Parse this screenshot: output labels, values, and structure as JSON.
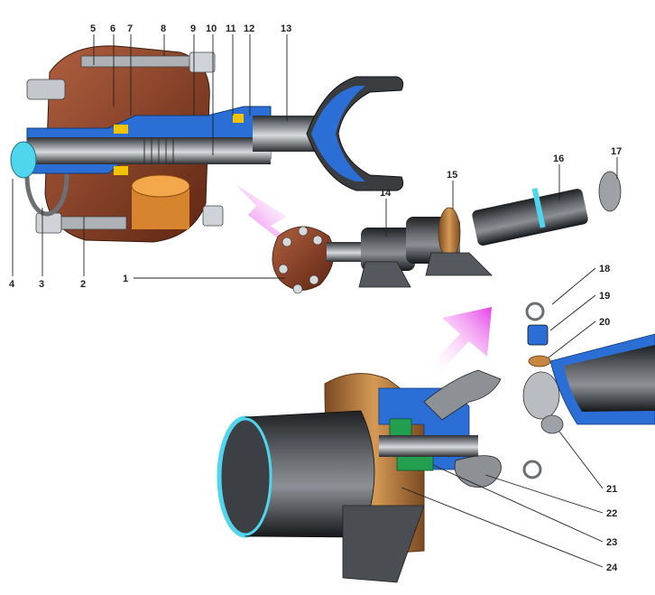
{
  "colors": {
    "steel": "#6f7378",
    "steel_dark": "#3a3d40",
    "steel_light": "#b9bdc1",
    "cutaway_blue": "#2b6fd6",
    "rubber_brown": "#8a3b22",
    "bronze": "#c78740",
    "yellow": "#f2c300",
    "cyan": "#4fd6ee",
    "green": "#22a050",
    "arrow_magenta": "#e63fe6"
  },
  "icons": [
    "exploded-arrow-icon"
  ],
  "labels": {
    "n1": "1",
    "n2": "2",
    "n3": "3",
    "n4": "4",
    "n5": "5",
    "n6": "6",
    "n7": "7",
    "n8": "8",
    "n9": "9",
    "n10": "10",
    "n11": "11",
    "n12": "12",
    "n13": "13",
    "n14": "14",
    "n15": "15",
    "n16": "16",
    "n17": "17",
    "n18": "18",
    "n19": "19",
    "n20": "20",
    "n21": "21",
    "n22": "22",
    "n23": "23",
    "n24": "24"
  }
}
